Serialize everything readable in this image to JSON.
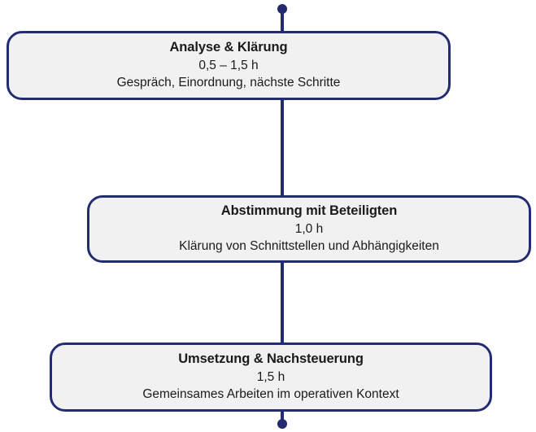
{
  "diagram": {
    "type": "vertical-timeline-flowchart",
    "accent_color": "#232c72",
    "box_fill_color": "#f1f1f1",
    "text_color": "#1a1a1a",
    "background_color": "#ffffff",
    "steps": [
      {
        "title": "Analyse & Klärung",
        "duration": "0,5 – 1,5 h",
        "description": "Gespräch, Einordnung, nächste Schritte"
      },
      {
        "title": "Abstimmung mit Beteiligten",
        "duration": "1,0 h",
        "description": "Klärung von Schnittstellen und Abhängigkeiten"
      },
      {
        "title": "Umsetzung & Nachsteuerung",
        "duration": "1,5 h",
        "description": "Gemeinsames Arbeiten im operativen Kontext"
      }
    ]
  }
}
